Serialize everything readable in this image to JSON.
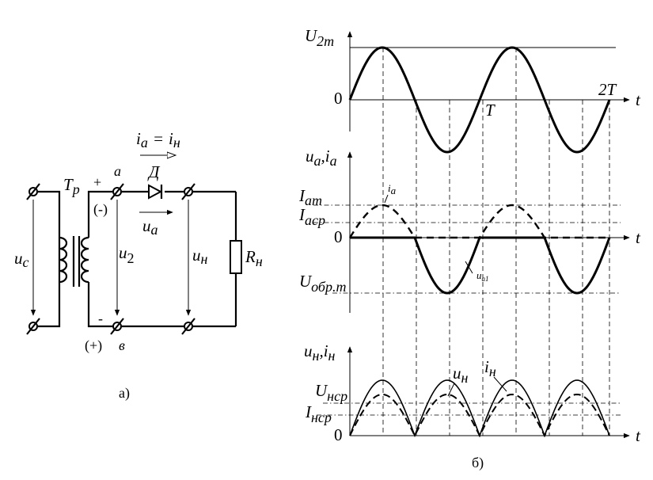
{
  "circuit": {
    "label_uc": "u",
    "label_uc_sub": "c",
    "label_tr": "T",
    "label_tr_sub": "p",
    "label_plus": "+",
    "label_a": "a",
    "label_minus_paren": "(-)",
    "label_ia": "i",
    "label_ia_sub": "a",
    "label_eq": "=",
    "label_in": "i",
    "label_in_sub": "н",
    "label_diode": "Д",
    "label_ua": "u",
    "label_ua_sub": "a",
    "label_u2": "u",
    "label_u2_sub": "2",
    "label_un": "u",
    "label_un_sub": "н",
    "label_rn": "R",
    "label_rn_sub": "н",
    "label_minus": "-",
    "label_plus_paren": "(+)",
    "label_v": "в",
    "caption": "а)"
  },
  "plots": {
    "p1": {
      "ylabel": "U",
      "ylabel_sub": "2m",
      "zero": "0",
      "t_label": "t",
      "T_label": "T",
      "twoT_label": "2T"
    },
    "p2": {
      "ylabel": "u",
      "ylabel_sub": "a",
      "ylabel_sep": ",",
      "ylabel2": "i",
      "ylabel2_sub": "a",
      "Iam": "I",
      "Iam_sub": "am",
      "Iacp": "I",
      "Iacp_sub": "acp",
      "zero": "0",
      "t_label": "t",
      "Uobr": "U",
      "Uobr_sub": "обр.m",
      "ia_small": "i",
      "ia_small_sub": "a",
      "ua1": "u",
      "ua1_sub": "a1"
    },
    "p3": {
      "ylabel": "u",
      "ylabel_sub": "н",
      "ylabel_sep": ",",
      "ylabel2": "i",
      "ylabel2_sub": "н",
      "Uncp": "U",
      "Uncp_sub": "нcp",
      "Incp": "I",
      "Incp_sub": "нcp",
      "zero": "0",
      "t_label": "t",
      "un": "u",
      "un_sub": "н",
      "in": "i",
      "in_sub": "н"
    },
    "caption": "б)"
  }
}
